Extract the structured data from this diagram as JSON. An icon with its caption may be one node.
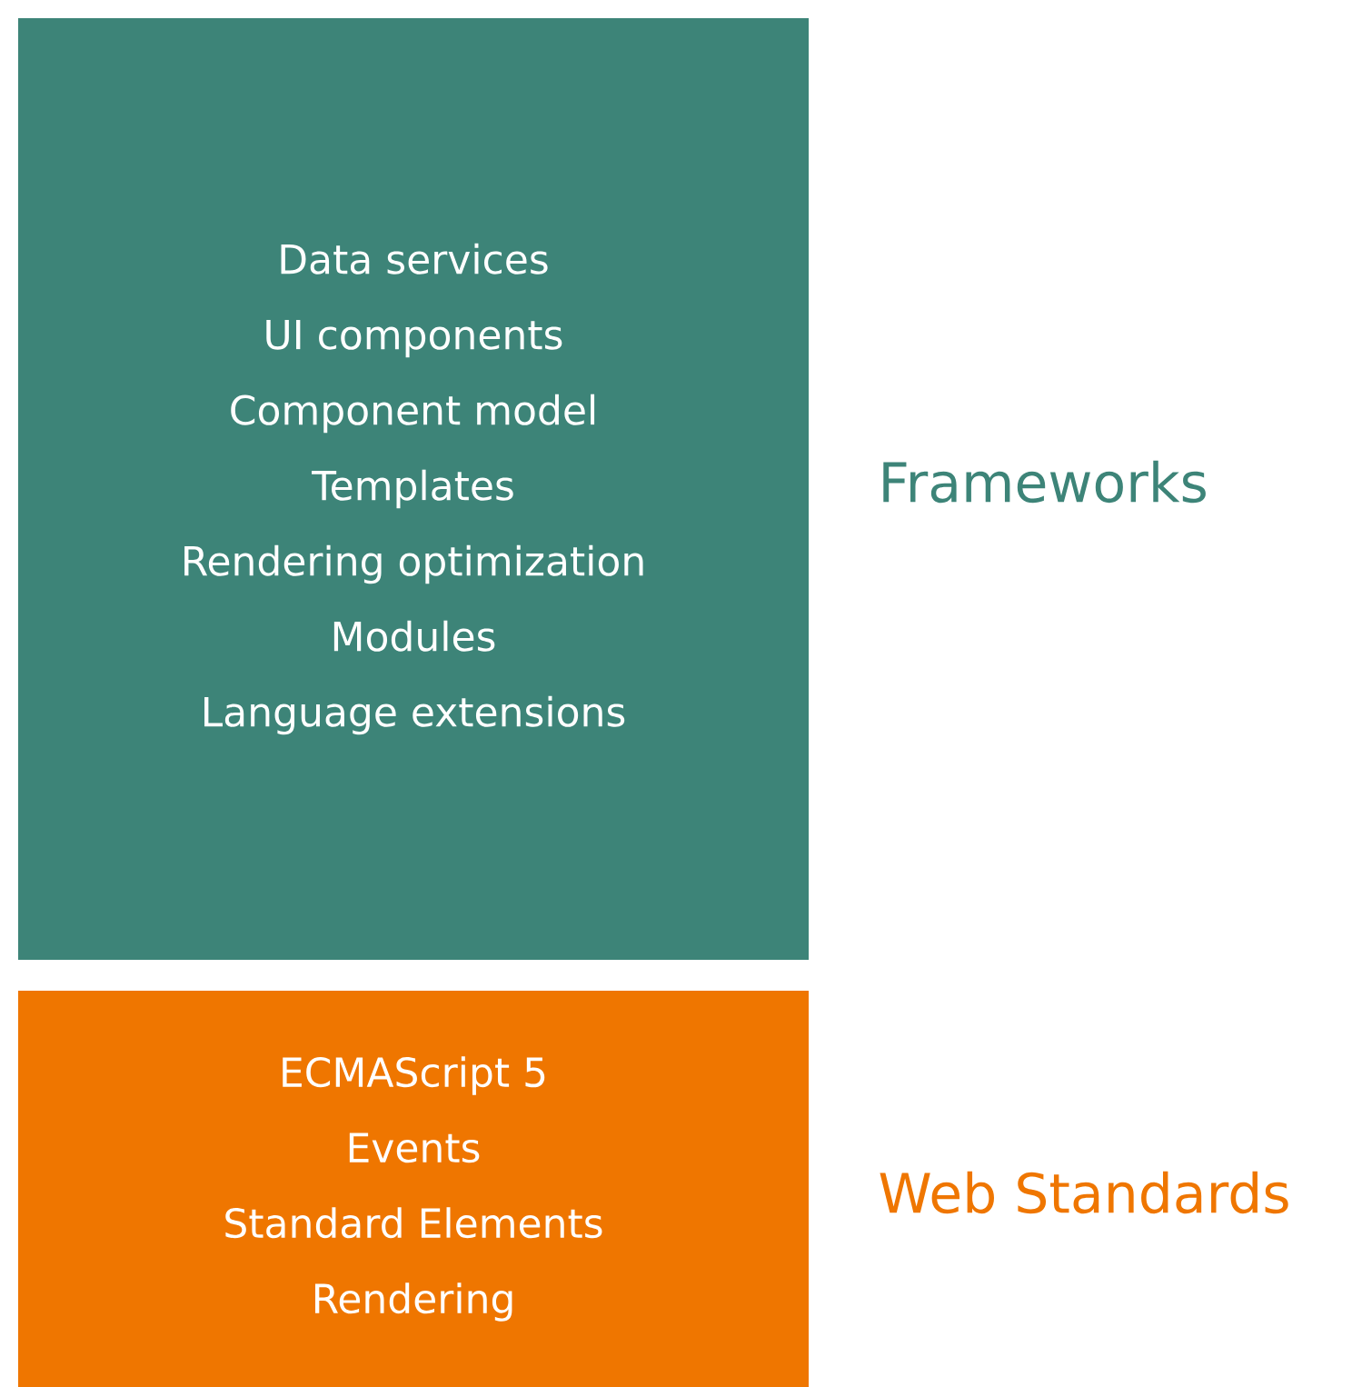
{
  "diagram": {
    "nodes": [
      {
        "text": [
          "Data services",
          "UI components",
          "Component model",
          "Templates",
          "Rendering optimization",
          "Modules",
          "Language extensions"
        ],
        "beside": [
          "Frameworks"
        ]
      },
      {
        "text": [
          "ECMAScript 5",
          "Events",
          "Standard Elements",
          "Rendering"
        ],
        "beside": [
          "Web Standards"
        ]
      }
    ]
  }
}
